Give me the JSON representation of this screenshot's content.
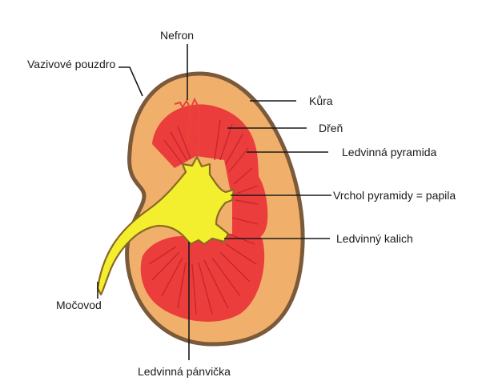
{
  "labels": {
    "nefron": "Nefron",
    "vazivove_pouzdro": "Vazivové pouzdro",
    "kura": "Kůra",
    "dren": "Dřeň",
    "ledvinna_pyramida": "Ledvinná pyramida",
    "vrchol_pyramidy": "Vrchol pyramidy = papila",
    "ledvinny_kalich": "Ledvinný kalich",
    "mocovod": "Močovod",
    "ledvinna_panvicka": "Ledvinná pánvička"
  },
  "colors": {
    "capsule": "#7a5a3a",
    "cortex": "#f0b06c",
    "medulla": "#ec3d3d",
    "pyramid_stripe": "#c9262a",
    "pelvis": "#f3ee2e",
    "pelvis_outline": "#8a6a22",
    "nephron": "#e8443a",
    "leader_line": "#1a1a1a"
  }
}
